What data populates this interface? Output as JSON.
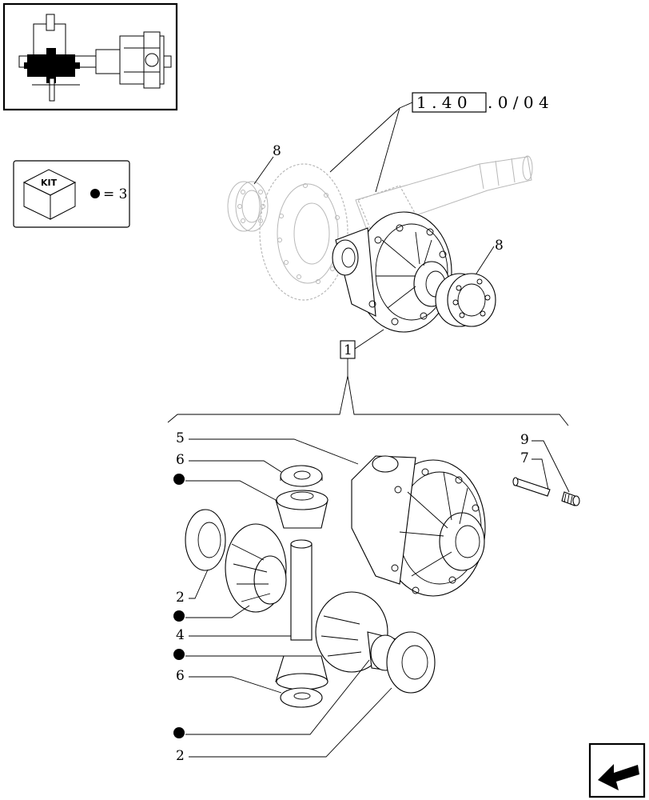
{
  "reference": {
    "boxed": "1 . 4 0",
    "rest": ". 0 / 0 4"
  },
  "kit": {
    "label": "KIT",
    "equals": "= 3"
  },
  "assembly_box_label": "1",
  "callouts": {
    "bearing_top_left": "8",
    "bearing_right": "8",
    "housing": "5",
    "washer_top": "6",
    "washer_bottom": "6",
    "side_washer_left": "2",
    "side_washer_bottom": "2",
    "pin": "4",
    "spring_pin": "9",
    "shaft_pin": "7"
  }
}
